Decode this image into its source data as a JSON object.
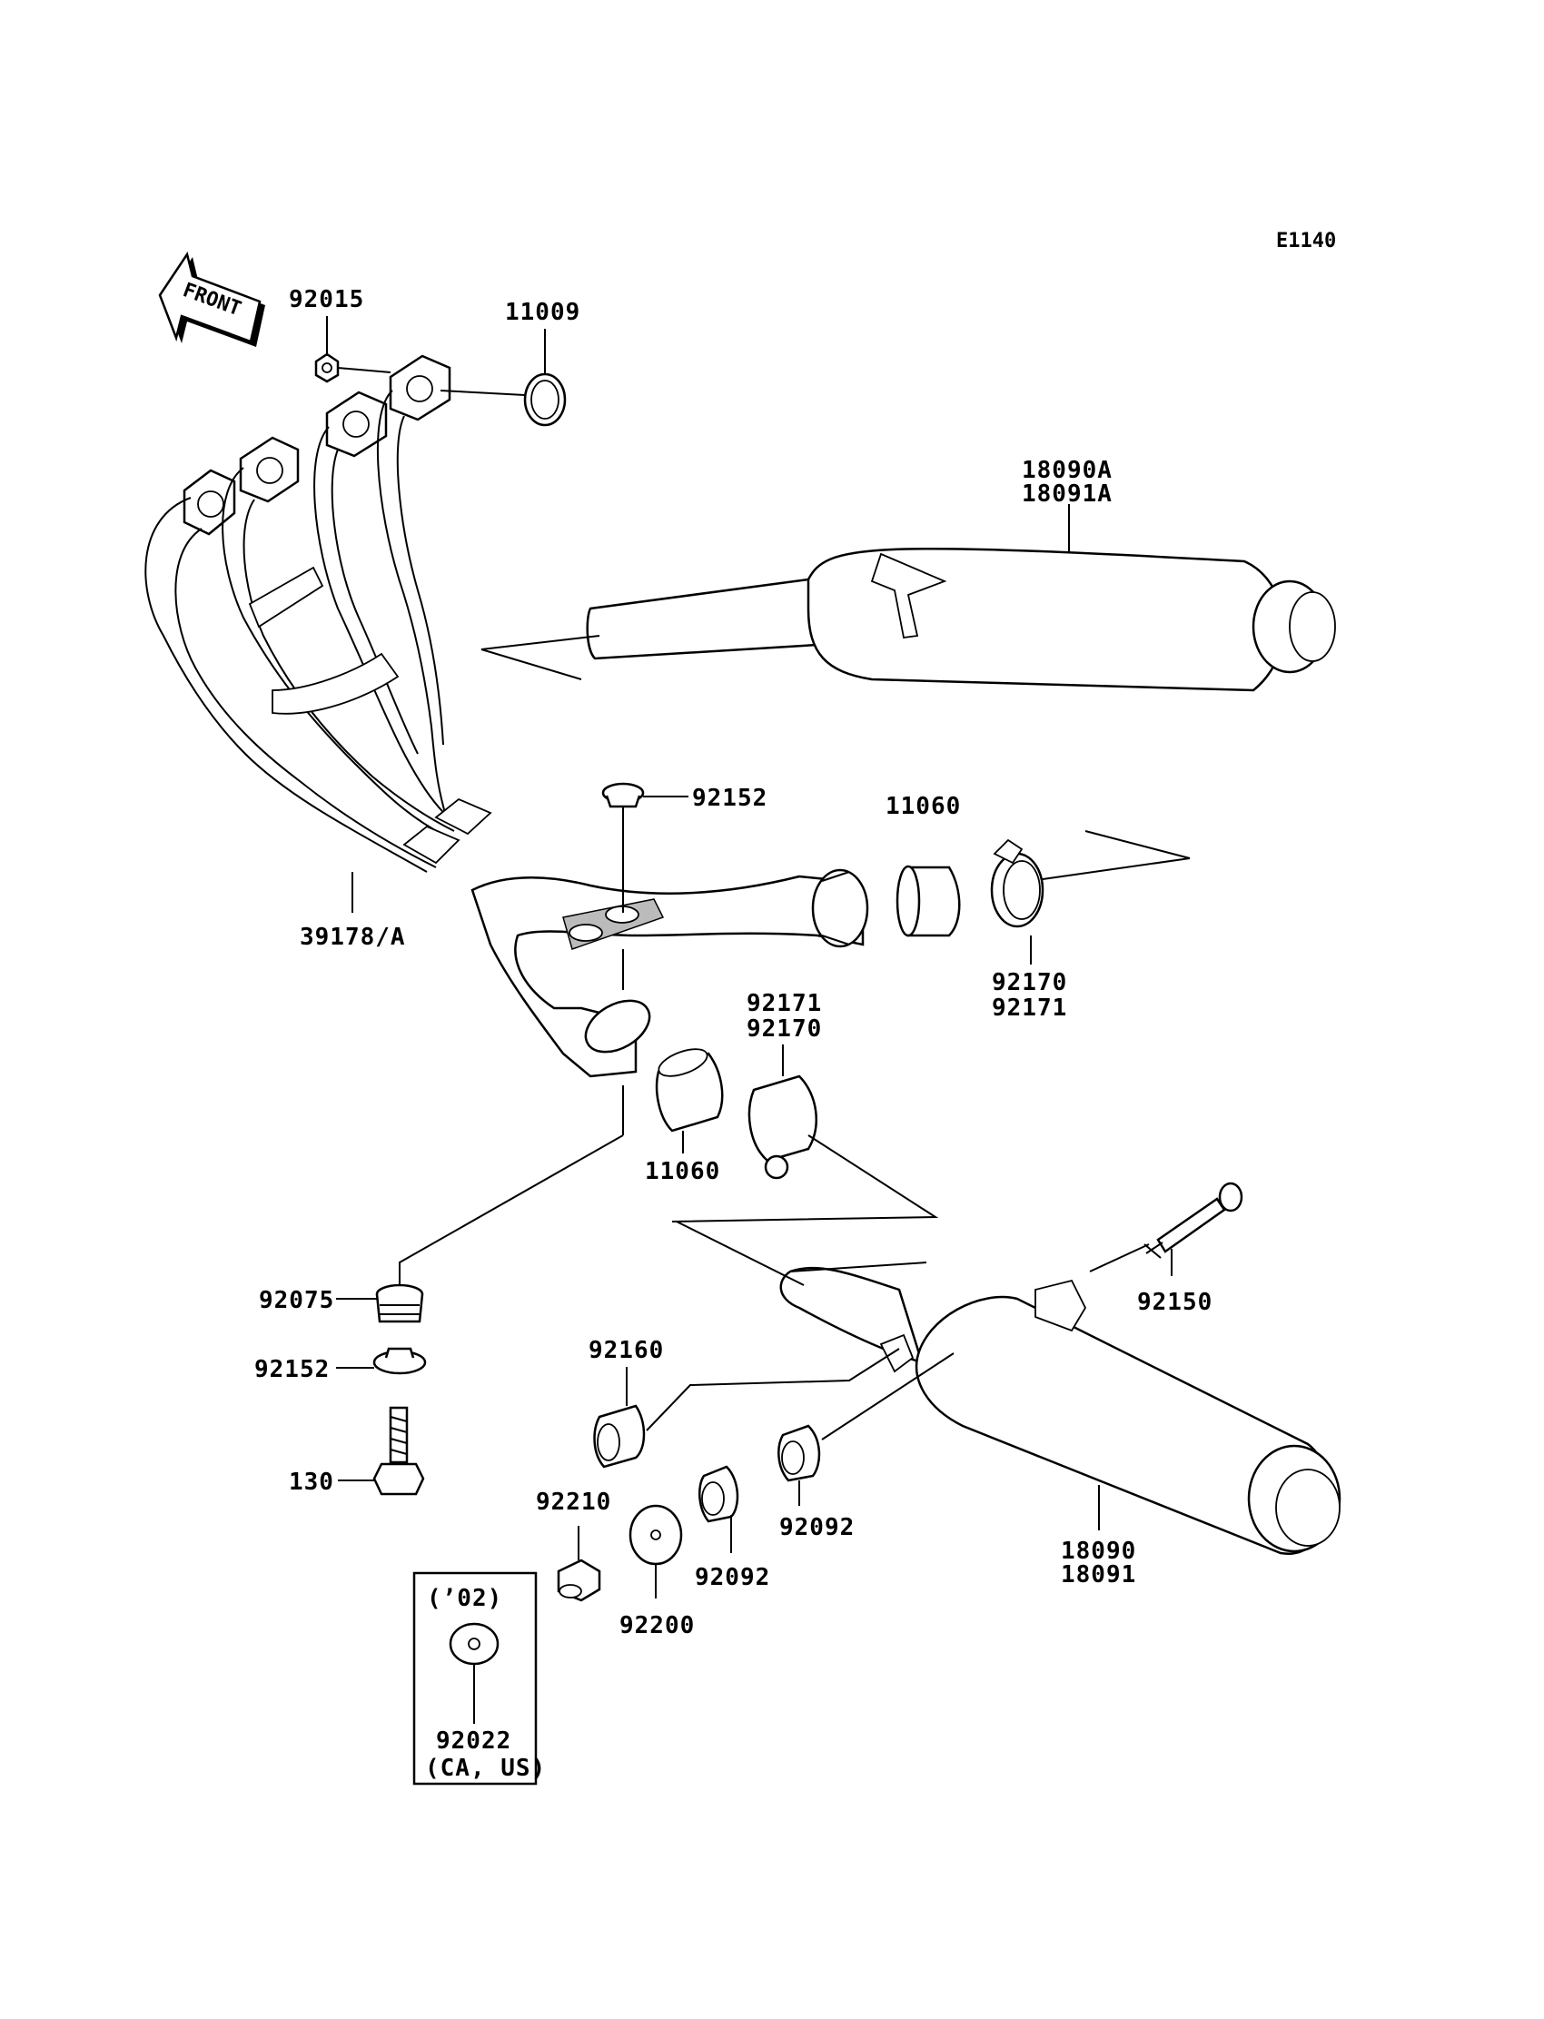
{
  "diagram_code": "E1140",
  "front_arrow_label": "FRONT",
  "labels": {
    "p92015": "92015",
    "p11009": "11009",
    "p18090A": "18090A",
    "p18091A": "18091A",
    "p92152_top": "92152",
    "p11060_top": "11060",
    "p39178": "39178/A",
    "p92170_r": "92170",
    "p92171_r": "92171",
    "p92171_m": "92171",
    "p92170_m": "92170",
    "p11060_bot": "11060",
    "p92075": "92075",
    "p92152_bot": "92152",
    "p130": "130",
    "p92160": "92160",
    "p92150": "92150",
    "p92210": "92210",
    "p92200": "92200",
    "p92092_l": "92092",
    "p92092_r": "92092",
    "p18090": "18090",
    "p18091": "18091"
  },
  "inset": {
    "year": "(’02)",
    "part": "92022",
    "markets": "(CA, US)"
  }
}
